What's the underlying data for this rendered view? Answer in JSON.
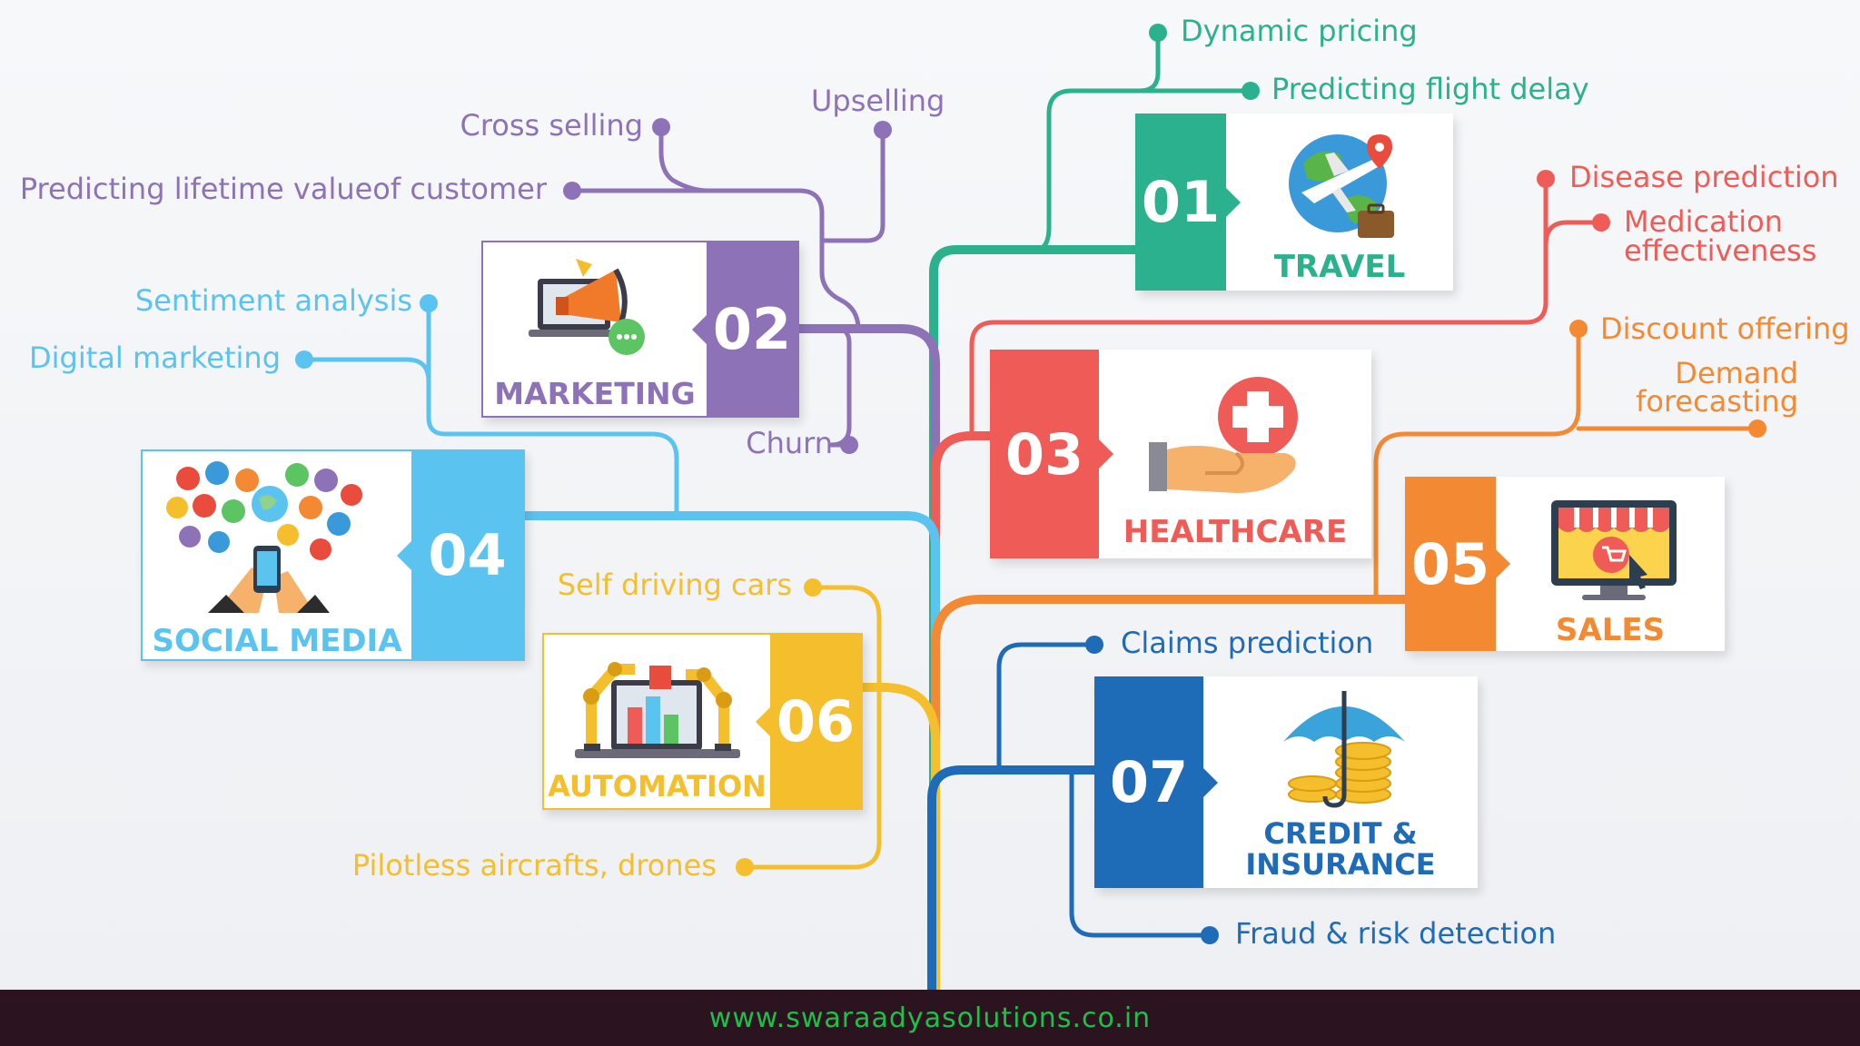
{
  "colors": {
    "travel": "#2bb18d",
    "marketing": "#8e72b8",
    "healthcare": "#ef5c57",
    "social_media": "#5bc3ef",
    "sales": "#f38a33",
    "automation": "#f5be2c",
    "credit": "#1e6bb8",
    "footer_text": "#1fbf4a"
  },
  "sectors": {
    "travel": {
      "number": "01",
      "name": "TRAVEL",
      "icon": "globe-airplane-icon"
    },
    "marketing": {
      "number": "02",
      "name": "MARKETING",
      "icon": "megaphone-laptop-icon"
    },
    "healthcare": {
      "number": "03",
      "name": "HEALTHCARE",
      "icon": "hand-medical-cross-icon"
    },
    "social_media": {
      "number": "04",
      "name": "SOCIAL MEDIA",
      "icon": "people-network-phone-icon"
    },
    "sales": {
      "number": "05",
      "name": "SALES",
      "icon": "online-shop-monitor-icon"
    },
    "automation": {
      "number": "06",
      "name": "AUTOMATION",
      "icon": "robotic-arms-icon"
    },
    "credit": {
      "number": "07",
      "name": "CREDIT & INSURANCE",
      "name_line1": "CREDIT &",
      "name_line2": "INSURANCE",
      "icon": "umbrella-coins-icon"
    }
  },
  "branches": {
    "dynamic_pricing": "Dynamic pricing",
    "flight_delay": "Predicting flight delay",
    "cross_selling": "Cross selling",
    "upselling": "Upselling",
    "lifetime_value": "Predicting lifetime valueof customer",
    "churn": "Churn",
    "disease_prediction": "Disease prediction",
    "medication_line1": "Medication",
    "medication_line2": "effectiveness",
    "discount_offering": "Discount offering",
    "demand_line1": "Demand",
    "demand_line2": "forecasting",
    "sentiment_analysis": "Sentiment analysis",
    "digital_marketing": "Digital marketing",
    "self_driving": "Self driving cars",
    "drones": "Pilotless aircrafts, drones",
    "claims_prediction": "Claims prediction",
    "fraud_detection": "Fraud & risk detection"
  },
  "footer": {
    "url": "www.swaraadyasolutions.co.in"
  }
}
